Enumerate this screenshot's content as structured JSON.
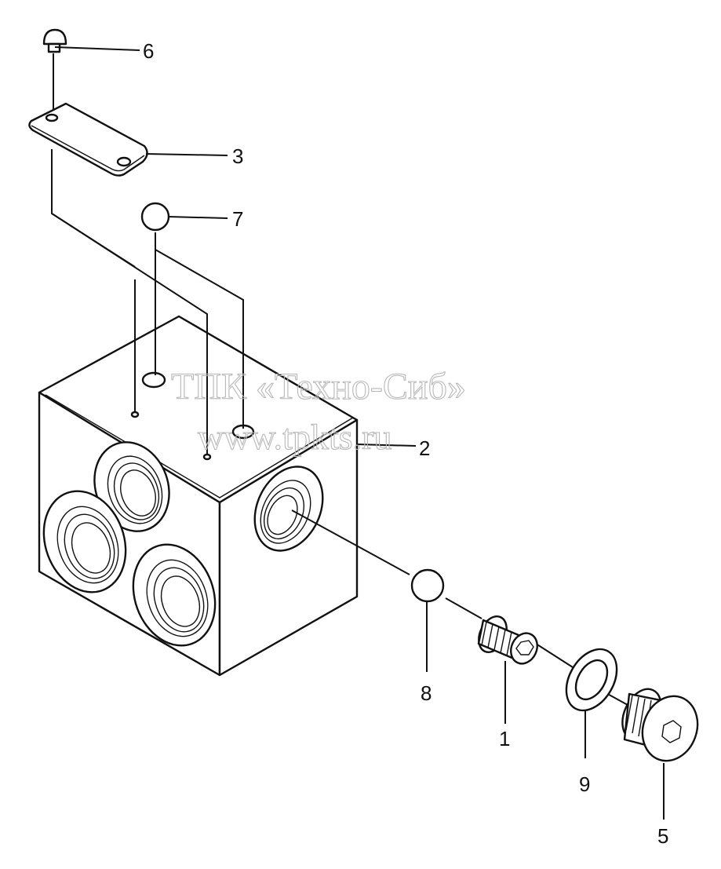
{
  "watermark": {
    "line1": "ТПК «Техно-Сиб»",
    "line2": "www.tpkts.ru"
  },
  "callouts": [
    {
      "id": "p6",
      "label": "6"
    },
    {
      "id": "p3",
      "label": "3"
    },
    {
      "id": "p7",
      "label": "7"
    },
    {
      "id": "p2",
      "label": "2"
    },
    {
      "id": "p8",
      "label": "8"
    },
    {
      "id": "p1",
      "label": "1"
    },
    {
      "id": "p9",
      "label": "9"
    },
    {
      "id": "p5",
      "label": "5"
    }
  ],
  "colors": {
    "ink": "#111111",
    "watermark": "#b8b8b8",
    "paper": "#ffffff"
  }
}
